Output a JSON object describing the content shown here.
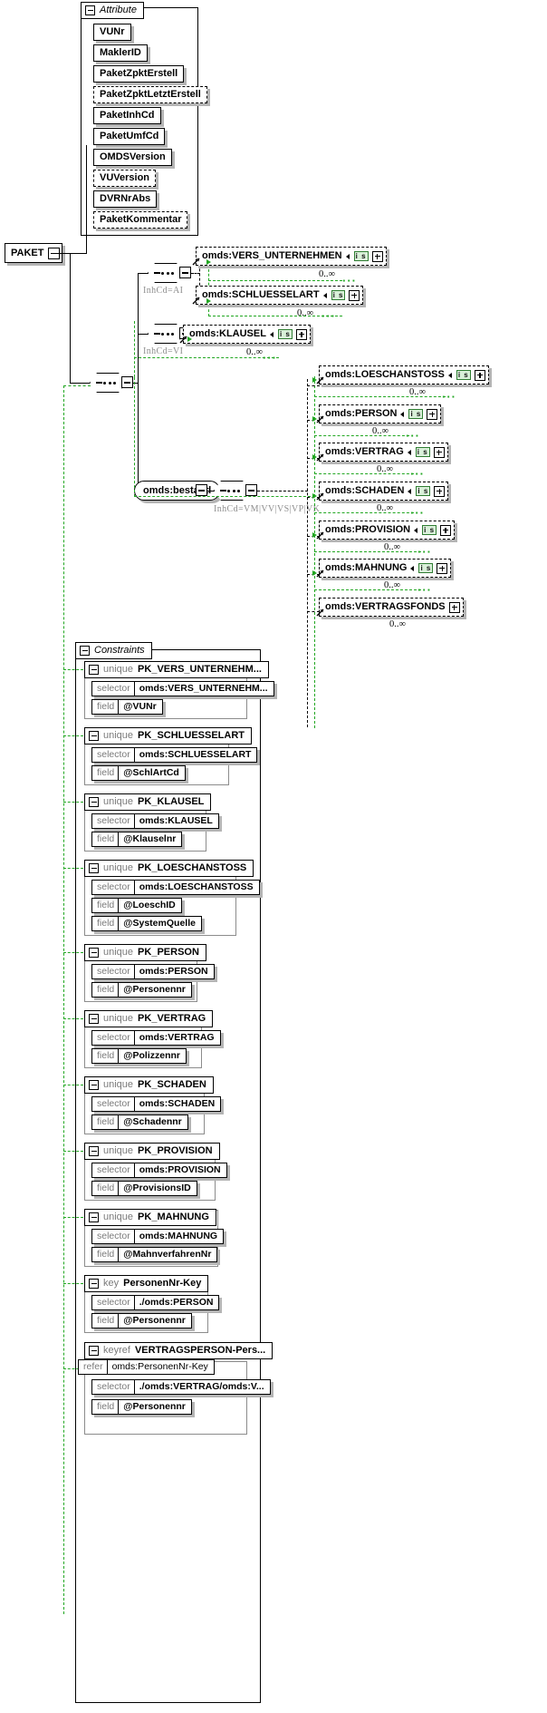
{
  "diagram": {
    "type": "xml-schema-tree",
    "root": {
      "label": "PAKET"
    },
    "attribute_group": {
      "title": "Attribute",
      "toggle": "minus",
      "items": [
        {
          "label": "VUNr",
          "required": true
        },
        {
          "label": "MaklerID",
          "required": true
        },
        {
          "label": "PaketZpktErstell",
          "required": true
        },
        {
          "label": "PaketZpktLetztErstell",
          "required": false
        },
        {
          "label": "PaketInhCd",
          "required": true
        },
        {
          "label": "PaketUmfCd",
          "required": true
        },
        {
          "label": "OMDSVersion",
          "required": true
        },
        {
          "label": "VUVersion",
          "required": false
        },
        {
          "label": "DVRNrAbs",
          "required": true
        },
        {
          "label": "PaketKommentar",
          "required": false
        }
      ]
    },
    "branches": [
      {
        "annotation": "InhCd=AI",
        "compositor": "sequence",
        "elements": [
          {
            "label": "omds:VERS_UNTERNEHMEN",
            "badge": "i s",
            "expand": "+",
            "occurrence": "0..∞"
          },
          {
            "label": "omds:SCHLUESSELART",
            "badge": "i s",
            "expand": "+",
            "occurrence": "0..∞"
          }
        ]
      },
      {
        "annotation": "InhCd=VI",
        "compositor": "sequence",
        "elements": [
          {
            "label": "omds:KLAUSEL",
            "badge": "i s",
            "expand": "+",
            "occurrence": "0..∞"
          }
        ]
      },
      {
        "annotation": "InhCd=VM|VV|VS|VP|VK",
        "compositor": "sequence",
        "container": "omds:bestand",
        "elements": [
          {
            "label": "omds:LOESCHANSTOSS",
            "badge": "i s",
            "expand": "+",
            "occurrence": "0..∞"
          },
          {
            "label": "omds:PERSON",
            "badge": "i s",
            "expand": "+",
            "occurrence": "0..∞"
          },
          {
            "label": "omds:VERTRAG",
            "badge": "i s",
            "expand": "+",
            "occurrence": "0..∞"
          },
          {
            "label": "omds:SCHADEN",
            "badge": "i s",
            "expand": "+",
            "occurrence": "0..∞"
          },
          {
            "label": "omds:PROVISION",
            "badge": "i s",
            "expand": "+",
            "occurrence": "0..∞"
          },
          {
            "label": "omds:MAHNUNG",
            "badge": "i s",
            "expand": "+",
            "occurrence": "0..∞"
          },
          {
            "label": "omds:VERTRAGSFONDS",
            "badge": "",
            "expand": "+",
            "occurrence": "0..∞"
          }
        ]
      }
    ],
    "constraints_group": {
      "title": "Constraints",
      "toggle": "minus",
      "labels": {
        "unique": "unique",
        "key": "key",
        "keyref": "keyref",
        "selector": "selector",
        "field": "field",
        "refer": "refer"
      },
      "items": [
        {
          "kind": "unique",
          "name": "PK_VERS_UNTERNEHM...",
          "selector": "omds:VERS_UNTERNEHM...",
          "fields": [
            "@VUNr"
          ]
        },
        {
          "kind": "unique",
          "name": "PK_SCHLUESSELART",
          "selector": "omds:SCHLUESSELART",
          "fields": [
            "@SchlArtCd"
          ]
        },
        {
          "kind": "unique",
          "name": "PK_KLAUSEL",
          "selector": "omds:KLAUSEL",
          "fields": [
            "@Klauselnr"
          ]
        },
        {
          "kind": "unique",
          "name": "PK_LOESCHANSTOSS",
          "selector": "omds:LOESCHANSTOSS",
          "fields": [
            "@LoeschID",
            "@SystemQuelle"
          ]
        },
        {
          "kind": "unique",
          "name": "PK_PERSON",
          "selector": "omds:PERSON",
          "fields": [
            "@Personennr"
          ]
        },
        {
          "kind": "unique",
          "name": "PK_VERTRAG",
          "selector": "omds:VERTRAG",
          "fields": [
            "@Polizzennr"
          ]
        },
        {
          "kind": "unique",
          "name": "PK_SCHADEN",
          "selector": "omds:SCHADEN",
          "fields": [
            "@Schadennr"
          ]
        },
        {
          "kind": "unique",
          "name": "PK_PROVISION",
          "selector": "omds:PROVISION",
          "fields": [
            "@ProvisionsID"
          ]
        },
        {
          "kind": "unique",
          "name": "PK_MAHNUNG",
          "selector": "omds:MAHNUNG",
          "fields": [
            "@MahnverfahrenNr"
          ]
        },
        {
          "kind": "key",
          "name": "PersonenNr-Key",
          "selector": "./omds:PERSON",
          "fields": [
            "@Personennr"
          ]
        },
        {
          "kind": "keyref",
          "name": "VERTRAGSPERSON-Pers...",
          "refer": "omds:PersonenNr-Key",
          "selector": "./omds:VERTRAG/omds:V...",
          "fields": [
            "@Personennr"
          ]
        }
      ]
    },
    "colors": {
      "line": "#000000",
      "green": "#22a722",
      "badge_bg": "#d9f0d9",
      "badge_border": "#2f7d32",
      "shadow": "#b4b4b4",
      "muted_text": "#8e8e8e"
    }
  }
}
